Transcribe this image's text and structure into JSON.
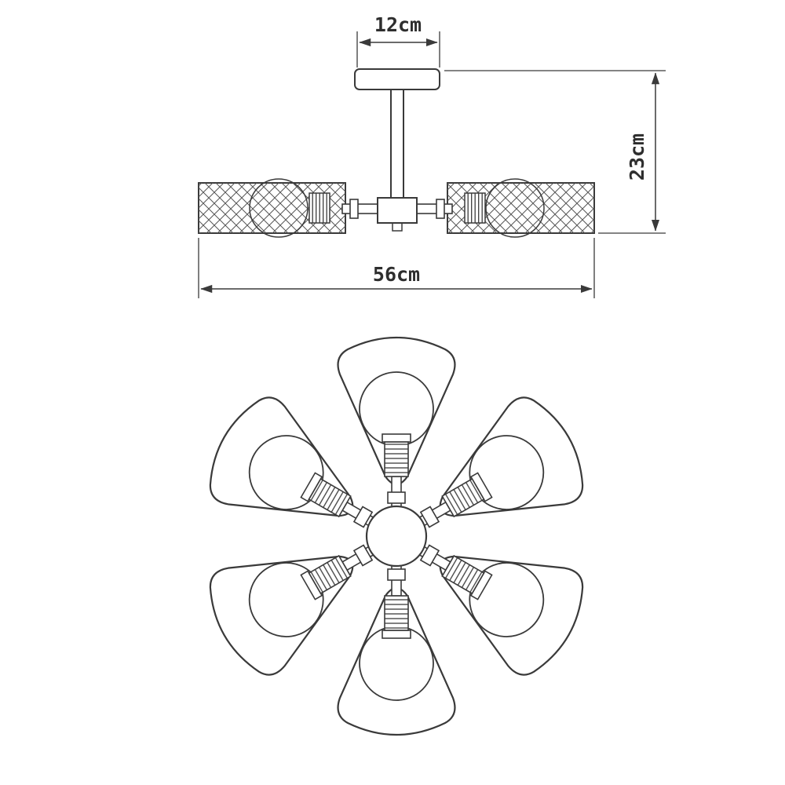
{
  "dimensions": {
    "canopy_width": "12cm",
    "height": "23cm",
    "width": "56cm"
  },
  "fixture": {
    "side_view_shades": 2,
    "plan_view_shades": 6,
    "plan_view_bulbs": 6
  },
  "colors": {
    "line": "#3a3a3a",
    "mesh": "#555555",
    "background": "#ffffff"
  }
}
